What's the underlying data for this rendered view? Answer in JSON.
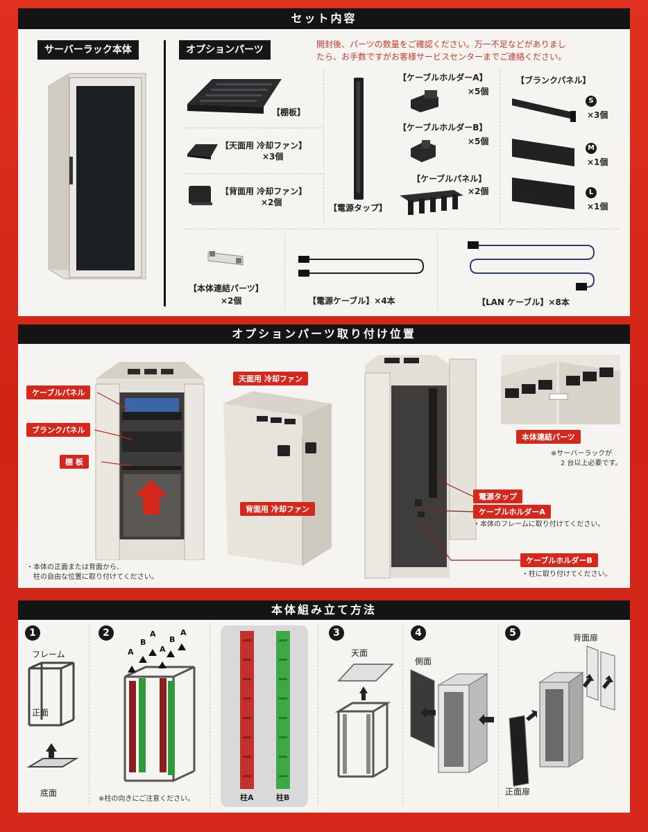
{
  "sections": {
    "contents_title": "セット内容",
    "options_title": "オプションパーツ取り付け位置",
    "assembly_title": "本体組み立て方法"
  },
  "contents": {
    "main_tag": "サーバーラック本体",
    "options_tag": "オプションパーツ",
    "check_note_1": "開封後、パーツの数量をご確認ください。万一不足などがありまし",
    "check_note_2": "たら、お手数ですがお客様サービスセンターまでご連絡ください。",
    "shelf": "【棚板】",
    "top_fan": "【天面用 冷却ファン】",
    "top_fan_qty": "×3個",
    "back_fan": "【背面用 冷却ファン】",
    "back_fan_qty": "×2個",
    "power_tap": "【電源タップ】",
    "holder_a": "【ケーブルホルダーA】",
    "holder_a_qty": "×5個",
    "holder_b": "【ケーブルホルダーB】",
    "holder_b_qty": "×5個",
    "cable_panel": "【ケーブルパネル】",
    "cable_panel_qty": "×2個",
    "blank_panel": "【ブランクパネル】",
    "blank_s_mark": "S",
    "blank_s_qty": "×3個",
    "blank_m_mark": "M",
    "blank_m_qty": "×1個",
    "blank_l_mark": "L",
    "blank_l_qty": "×1個",
    "connector": "【本体連結パーツ】",
    "connector_qty": "×2個",
    "power_cable": "【電源ケーブル】×4本",
    "lan_cable": "【LAN ケーブル】×8本"
  },
  "options": {
    "cable_panel": "ケーブルパネル",
    "blank_panel": "ブランクパネル",
    "shelf": "棚 板",
    "note_front_1": "・本体の正面または背面から、",
    "note_front_2": "柱の自由な位置に取り付けてください。",
    "top_fan": "天面用 冷却ファン",
    "back_fan": "背面用 冷却ファン",
    "power_tap": "電源タップ",
    "holder_a": "ケーブルホルダーA",
    "holder_a_note": "・本体のフレームに取り付けてください。",
    "holder_b": "ケーブルホルダーB",
    "holder_b_note": "・柱に取り付けてください。",
    "connector": "本体連結パーツ",
    "connector_note_1": "※サーバーラックが",
    "connector_note_2": "2 台以上必要です。"
  },
  "assembly": {
    "step1": "1",
    "step2": "2",
    "step3": "3",
    "step4": "4",
    "step5": "5",
    "frame": "フレーム",
    "front": "正面",
    "bottom": "底面",
    "pillar_note": "※柱の向きにご注意ください。",
    "pillar_a": "柱A",
    "pillar_b": "柱B",
    "letter_a": "A",
    "letter_b": "B",
    "top_face": "天面",
    "side_face": "側面",
    "back_door": "背面扉",
    "front_door": "正面扉"
  },
  "colors": {
    "background": "#d82a1c",
    "header": "#141414",
    "label": "#d3281b",
    "pillar_a": "#c4312b",
    "pillar_b": "#3fa846"
  }
}
